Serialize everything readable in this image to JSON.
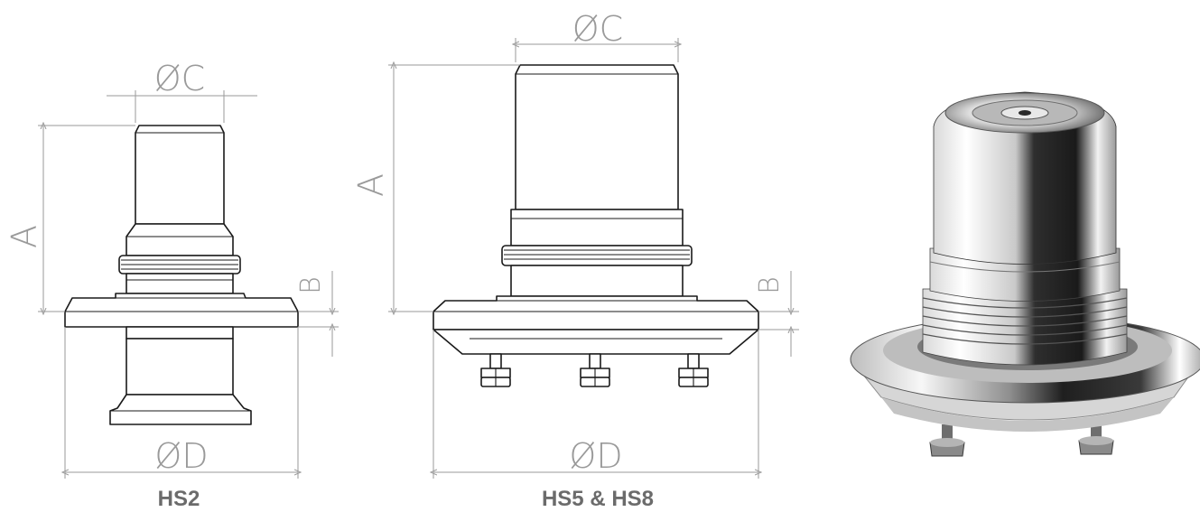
{
  "labels": {
    "dim_a": "A",
    "dim_b": "B",
    "dim_c": "ØC",
    "dim_d": "ØD"
  },
  "captions": {
    "left": "HS2",
    "middle": "HS5 & HS8"
  },
  "colors": {
    "outline": "#1a1a1a",
    "dimension": "#9a9a9a",
    "caption": "#6b6b6b"
  },
  "icons": {
    "render": "3d-render-housing-image"
  }
}
